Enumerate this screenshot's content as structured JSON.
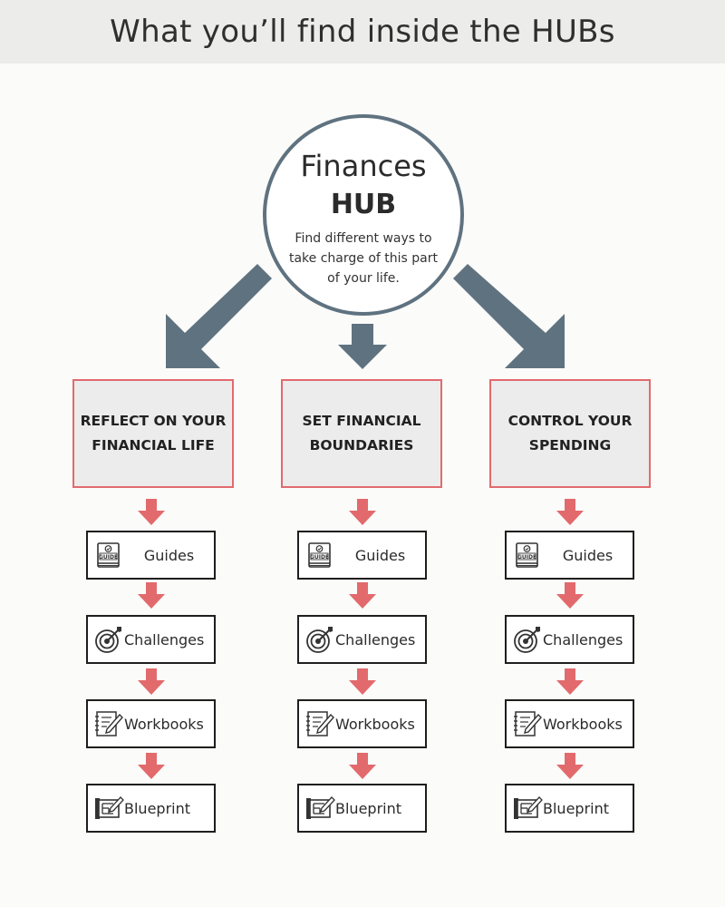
{
  "banner": {
    "title": "What you’ll find inside the HUBs"
  },
  "hub": {
    "name": "Finances",
    "word": "HUB",
    "description": "Find different ways to take charge of this part of your life."
  },
  "colors": {
    "hub_arrow": "#5f7280",
    "small_arrow": "#e26a6d",
    "category_border": "#e26a6d",
    "category_fill": "#ececed"
  },
  "columns": [
    {
      "category": "REFLECT ON YOUR FINANCIAL LIFE",
      "resources": [
        {
          "label": "Guides",
          "icon": "guide-book-icon"
        },
        {
          "label": "Challenges",
          "icon": "target-icon"
        },
        {
          "label": "Workbooks",
          "icon": "notebook-pencil-icon"
        },
        {
          "label": "Blueprint",
          "icon": "blueprint-icon"
        }
      ]
    },
    {
      "category": "SET FINANCIAL BOUNDARIES",
      "resources": [
        {
          "label": "Guides",
          "icon": "guide-book-icon"
        },
        {
          "label": "Challenges",
          "icon": "target-icon"
        },
        {
          "label": "Workbooks",
          "icon": "notebook-pencil-icon"
        },
        {
          "label": "Blueprint",
          "icon": "blueprint-icon"
        }
      ]
    },
    {
      "category": "CONTROL YOUR SPENDING",
      "resources": [
        {
          "label": "Guides",
          "icon": "guide-book-icon"
        },
        {
          "label": "Challenges",
          "icon": "target-icon"
        },
        {
          "label": "Workbooks",
          "icon": "notebook-pencil-icon"
        },
        {
          "label": "Blueprint",
          "icon": "blueprint-icon"
        }
      ]
    }
  ],
  "icon_text": {
    "guide": "GUIDE"
  }
}
